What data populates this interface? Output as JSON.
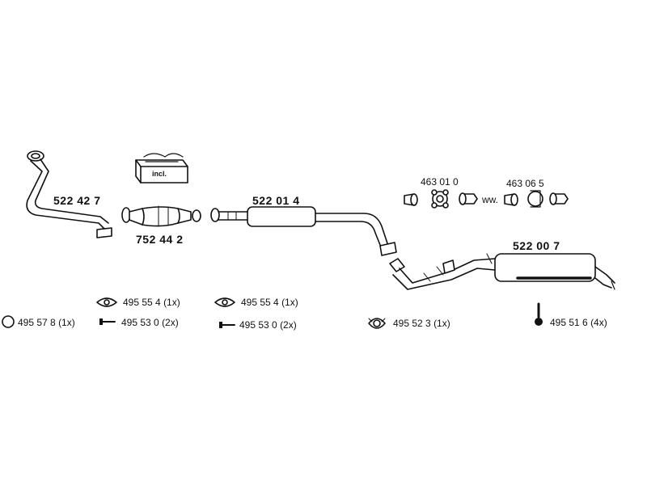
{
  "parts": {
    "front_pipe": "522 42 7",
    "catalytic_converter": "752 44 2",
    "center_muffler": "522 01 4",
    "rear_muffler": "522 00 7",
    "clamp_front": "463 01 0",
    "clamp_rear": "463 06 5",
    "clamp_separator": "ww."
  },
  "kit_badge": {
    "label": "incl."
  },
  "hardware": [
    {
      "part": "495 55 4",
      "qty": "(1x)"
    },
    {
      "part": "495 55 4",
      "qty": "(1x)"
    },
    {
      "part": "495 57 8",
      "qty": "(1x)"
    },
    {
      "part": "495 53 0",
      "qty": "(2x)"
    },
    {
      "part": "495 53 0",
      "qty": "(2x)"
    },
    {
      "part": "495 52 3",
      "qty": "(1x)"
    },
    {
      "part": "495 51 6",
      "qty": "(4x)"
    }
  ]
}
